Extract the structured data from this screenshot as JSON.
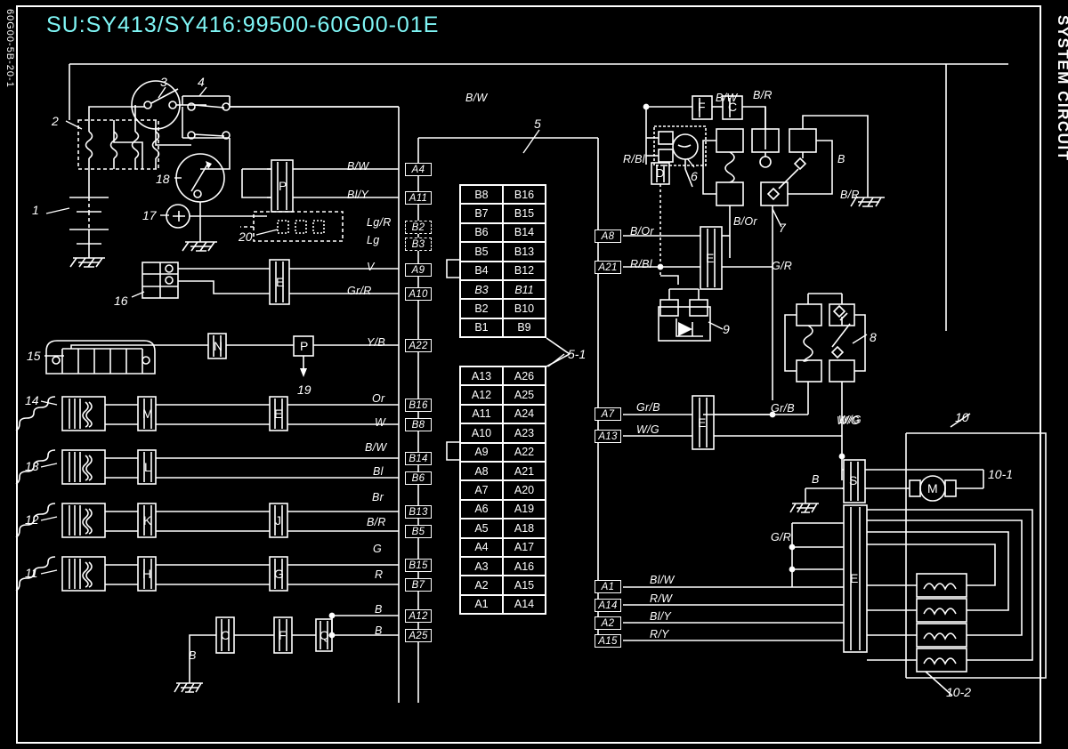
{
  "page": {
    "title": "SU:SY413/SY416:99500-60G00-01E",
    "left_vertical_code": "60G00-5B-20-1",
    "right_vertical_label": "SYSTEM CIRCUIT",
    "title_color": "#7ff5f5",
    "line_color": "#ffffff",
    "background": "#000000"
  },
  "connector_b": {
    "ref": "5",
    "rows": [
      [
        "B8",
        "B16"
      ],
      [
        "B7",
        "B15"
      ],
      [
        "B6",
        "B14"
      ],
      [
        "B5",
        "B13"
      ],
      [
        "B4",
        "B12"
      ],
      [
        "B3",
        "B11"
      ],
      [
        "B2",
        "B10"
      ],
      [
        "B1",
        "B9"
      ]
    ]
  },
  "connector_a": {
    "ref": "5-1",
    "rows": [
      [
        "A13",
        "A26"
      ],
      [
        "A12",
        "A25"
      ],
      [
        "A11",
        "A24"
      ],
      [
        "A10",
        "A23"
      ],
      [
        "A9",
        "A22"
      ],
      [
        "A8",
        "A21"
      ],
      [
        "A7",
        "A20"
      ],
      [
        "A6",
        "A19"
      ],
      [
        "A5",
        "A18"
      ],
      [
        "A4",
        "A17"
      ],
      [
        "A3",
        "A16"
      ],
      [
        "A2",
        "A15"
      ],
      [
        "A1",
        "A14"
      ]
    ]
  },
  "left_pin_terminals": [
    {
      "pin": "A4",
      "wire": "B/W"
    },
    {
      "pin": "A11",
      "wire": "Bl/Y"
    },
    {
      "pin": "B2",
      "wire": "Lg/R"
    },
    {
      "pin": "B3",
      "wire": "Lg"
    },
    {
      "pin": "A9",
      "wire": "V"
    },
    {
      "pin": "A10",
      "wire": "Gr/R"
    },
    {
      "pin": "A22",
      "wire": "Y/B"
    },
    {
      "pin": "B16",
      "wire": "Or"
    },
    {
      "pin": "B8",
      "wire": "W"
    },
    {
      "pin": "B14",
      "wire": "B/W"
    },
    {
      "pin": "B6",
      "wire": "Bl"
    },
    {
      "pin": "B13",
      "wire": "Br"
    },
    {
      "pin": "B5",
      "wire": "B/R"
    },
    {
      "pin": "B15",
      "wire": "G"
    },
    {
      "pin": "B7",
      "wire": "R"
    },
    {
      "pin": "A12",
      "wire": "B"
    },
    {
      "pin": "A25",
      "wire": "B"
    }
  ],
  "right_pin_terminals": [
    {
      "pin": "A8",
      "wire": "B/Or"
    },
    {
      "pin": "A21",
      "wire": "R/Bl"
    },
    {
      "pin": "A7",
      "wire": "Gr/B"
    },
    {
      "pin": "A13",
      "wire": "W/G"
    },
    {
      "pin": "A1",
      "wire": "Bl/W"
    },
    {
      "pin": "A14",
      "wire": "R/W"
    },
    {
      "pin": "A2",
      "wire": "Bl/Y"
    },
    {
      "pin": "A15",
      "wire": "R/Y"
    }
  ],
  "inline_connectors": [
    {
      "id": "P",
      "group": "top-left"
    },
    {
      "id": "E",
      "group": "mid-left"
    },
    {
      "id": "N",
      "group": "item-15"
    },
    {
      "id": "P",
      "group": "item-19"
    },
    {
      "id": "M",
      "group": "coil-14"
    },
    {
      "id": "E",
      "group": "coil-14-right"
    },
    {
      "id": "L",
      "group": "coil-13"
    },
    {
      "id": "K",
      "group": "coil-12"
    },
    {
      "id": "J",
      "group": "coil-12-right"
    },
    {
      "id": "H",
      "group": "coil-11"
    },
    {
      "id": "G",
      "group": "coil-11-right"
    },
    {
      "id": "C",
      "group": "ground-bottom"
    },
    {
      "id": "F",
      "group": "ground-bottom"
    },
    {
      "id": "Q",
      "group": "ground-bottom"
    },
    {
      "id": "F",
      "group": "top-right"
    },
    {
      "id": "C",
      "group": "top-right"
    },
    {
      "id": "D",
      "group": "item-6"
    },
    {
      "id": "E",
      "group": "right-mid"
    },
    {
      "id": "E",
      "group": "right-gr-b"
    },
    {
      "id": "E",
      "group": "right-bottom"
    },
    {
      "id": "S",
      "group": "item-10-1"
    }
  ],
  "wire_labels_right": [
    {
      "text": "B/W",
      "where": "top-trunk"
    },
    {
      "text": "B/W",
      "where": "top-right-after-C"
    },
    {
      "text": "B/R",
      "where": "top-right-vertical"
    },
    {
      "text": "B",
      "where": "relay-7-ground"
    },
    {
      "text": "B/R",
      "where": "right-edge"
    },
    {
      "text": "R/Bl",
      "where": "item-6"
    },
    {
      "text": "B/Or",
      "where": "relay-7-out"
    },
    {
      "text": "G/R",
      "where": "relay-8-feed"
    },
    {
      "text": "Gr/B",
      "where": "relay-8-coil"
    },
    {
      "text": "W/G",
      "where": "relay-8-switch"
    },
    {
      "text": "G/R",
      "where": "lower-right"
    },
    {
      "text": "B",
      "where": "item-10-ground"
    },
    {
      "text": "W/G",
      "where": "item-10-feed"
    }
  ],
  "callouts": [
    {
      "num": "1",
      "desc": "battery"
    },
    {
      "num": "2",
      "desc": "fuse-box"
    },
    {
      "num": "3",
      "desc": "ignition-switch"
    },
    {
      "num": "4",
      "desc": "switch-contacts"
    },
    {
      "num": "5",
      "desc": "ecm-connector-b"
    },
    {
      "num": "5-1",
      "desc": "ecm-connector-a"
    },
    {
      "num": "6",
      "desc": "sensor-6"
    },
    {
      "num": "7",
      "desc": "relay-7"
    },
    {
      "num": "8",
      "desc": "relay-8"
    },
    {
      "num": "9",
      "desc": "diode-9"
    },
    {
      "num": "10",
      "desc": "assembly-10"
    },
    {
      "num": "10-1",
      "desc": "motor-10-1"
    },
    {
      "num": "10-2",
      "desc": "injectors-10-2"
    },
    {
      "num": "11",
      "desc": "coil-11"
    },
    {
      "num": "12",
      "desc": "coil-12"
    },
    {
      "num": "13",
      "desc": "coil-13"
    },
    {
      "num": "14",
      "desc": "coil-14"
    },
    {
      "num": "15",
      "desc": "component-15"
    },
    {
      "num": "16",
      "desc": "component-16"
    },
    {
      "num": "17",
      "desc": "component-17"
    },
    {
      "num": "18",
      "desc": "gauge-18"
    },
    {
      "num": "19",
      "desc": "arrow-19"
    },
    {
      "num": "20",
      "desc": "dashed-block-20"
    }
  ],
  "symbols": {
    "ground": "ground-symbol",
    "motor": "M",
    "diode": "diode-symbol",
    "coil": "coil-symbol"
  }
}
